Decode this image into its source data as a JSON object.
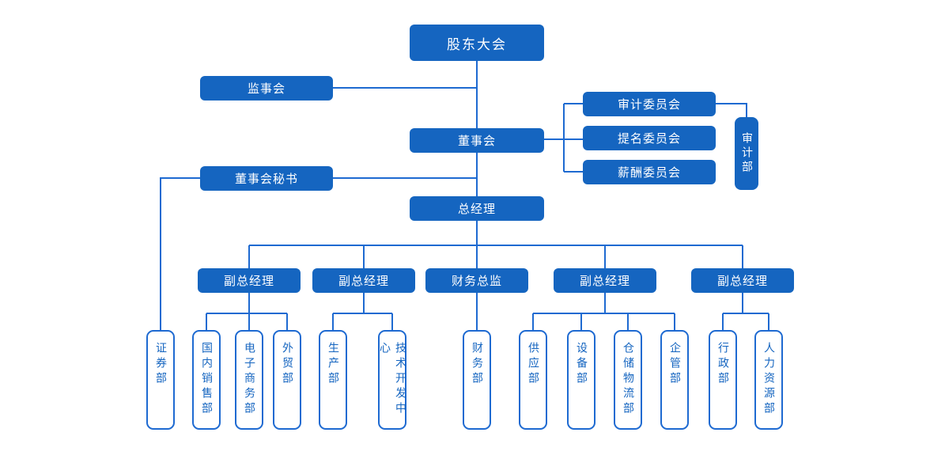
{
  "chart": {
    "type": "org-chart",
    "colors": {
      "box_fill": "#1565C0",
      "line": "#1E6AD1",
      "text_on_fill": "#FFFFFF",
      "outline_text": "#1565C0",
      "background": "#FFFFFF"
    },
    "nodes": {
      "shareholders": {
        "label": "股东大会"
      },
      "supervisory_board": {
        "label": "监事会"
      },
      "board_of_directors": {
        "label": "董事会"
      },
      "audit_committee": {
        "label": "审计委员会"
      },
      "nomination_committee": {
        "label": "提名委员会"
      },
      "remuneration_committee": {
        "label": "薪酬委员会"
      },
      "audit_department": {
        "label": "审计部"
      },
      "board_secretary": {
        "label": "董事会秘书"
      },
      "general_manager": {
        "label": "总经理"
      },
      "deputy_gm_1": {
        "label": "副总经理"
      },
      "deputy_gm_2": {
        "label": "副总经理"
      },
      "finance_director": {
        "label": "财务总监"
      },
      "deputy_gm_3": {
        "label": "副总经理"
      },
      "deputy_gm_4": {
        "label": "副总经理"
      },
      "securities_dept": {
        "label": "证券部"
      },
      "domestic_sales_dept": {
        "label": "国内销售部"
      },
      "ecommerce_dept": {
        "label": "电子商务部"
      },
      "foreign_trade_dept": {
        "label": "外贸部"
      },
      "production_dept": {
        "label": "生产部"
      },
      "tech_dev_center": {
        "label": "技术开发中心"
      },
      "finance_dept": {
        "label": "财务部"
      },
      "supply_dept": {
        "label": "供应部"
      },
      "equipment_dept": {
        "label": "设备部"
      },
      "warehouse_logistics_dept": {
        "label": "仓储物流部"
      },
      "enterprise_mgmt_dept": {
        "label": "企管部"
      },
      "admin_dept": {
        "label": "行政部"
      },
      "hr_dept": {
        "label": "人力资源部"
      }
    }
  }
}
